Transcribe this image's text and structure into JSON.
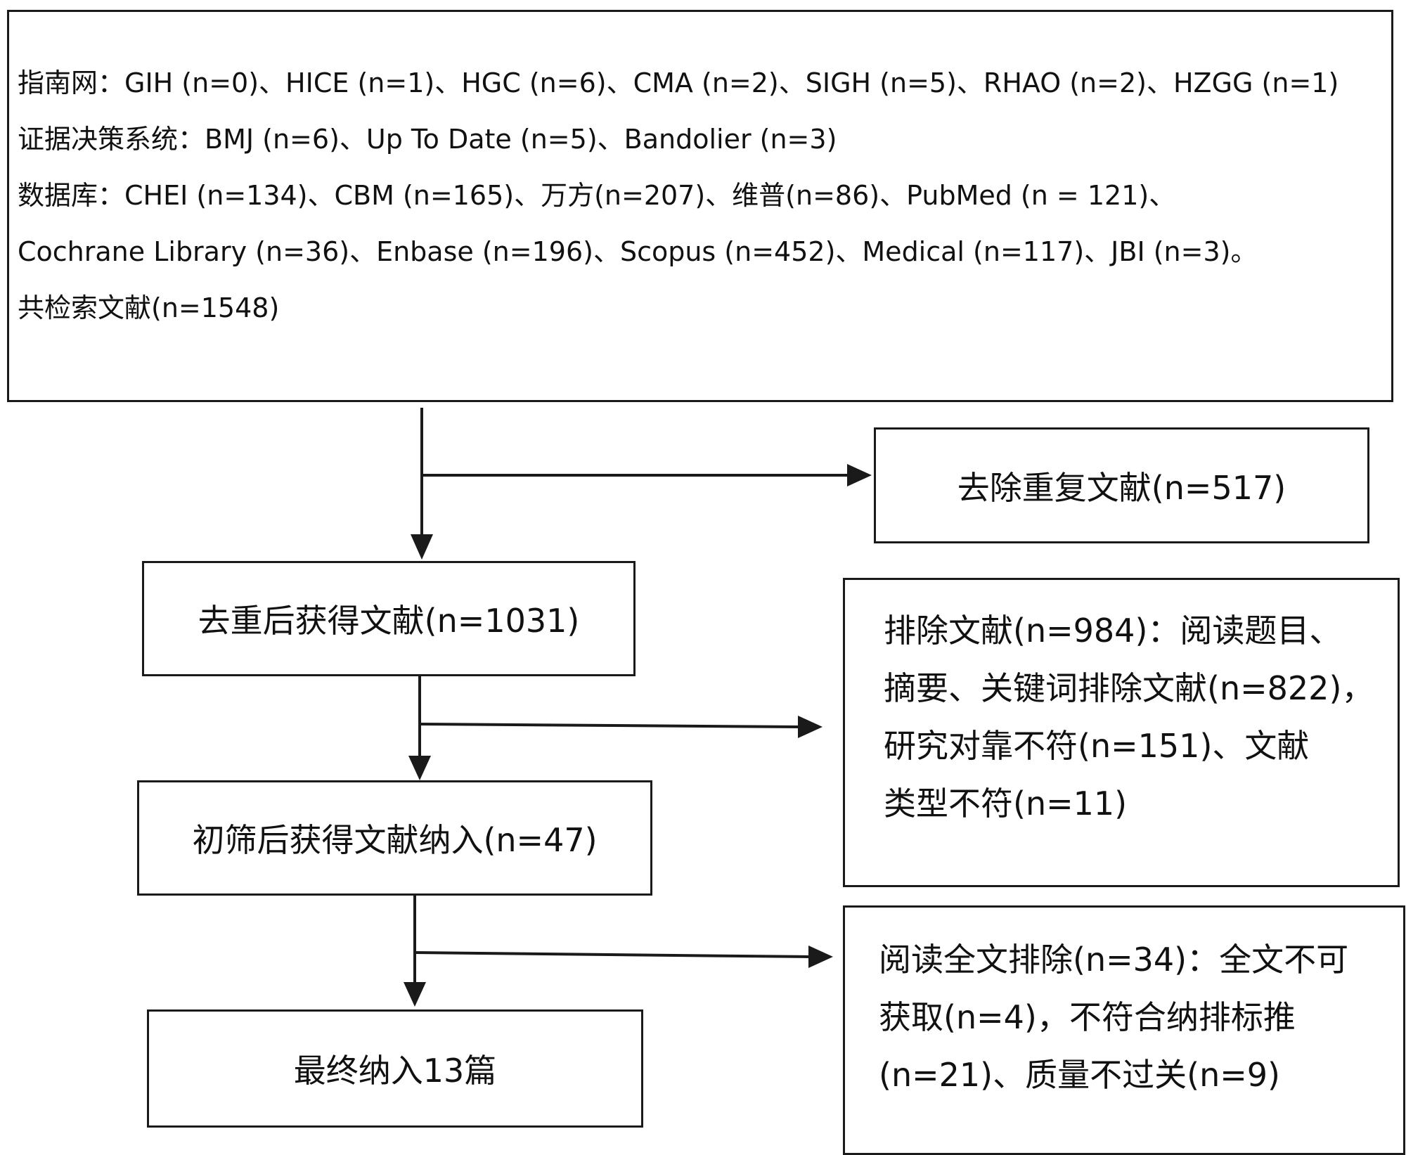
{
  "sources": {
    "lines": [
      "指南网：GIH (n=0)、HICE (n=1)、HGC (n=6)、CMA (n=2)、SIGH (n=5)、RHAO (n=2)、HZGG (n=1)",
      "证据决策系统：BMJ (n=6)、Up To Date (n=5)、Bandolier (n=3)",
      "数据库：CHEI (n=134)、CBM (n=165)、万方(n=207)、维普(n=86)、PubMed (n = 121)、",
      "Cochrane Library (n=36)、Enbase (n=196)、Scopus (n=452)、Medical (n=117)、JBI (n=3)。",
      "共检索文献(n=1548)"
    ]
  },
  "removed_duplicates": "去除重复文献(n=517)",
  "after_dedup": "去重后获得文献(n=1031)",
  "excluded_screening": {
    "lines": [
      "排除文献(n=984)：阅读题目、",
      "摘要、关键词排除文献(n=822)，",
      "研究对靠不符(n=151)、文献",
      "类型不符(n=11)"
    ]
  },
  "after_screening": "初筛后获得文献纳入(n=47)",
  "excluded_fulltext": {
    "lines": [
      "阅读全文排除(n=34)：全文不可",
      "获取(n=4)，不符合纳排标推",
      "(n=21)、质量不过关(n=9)"
    ]
  },
  "final": "最终纳入13篇"
}
